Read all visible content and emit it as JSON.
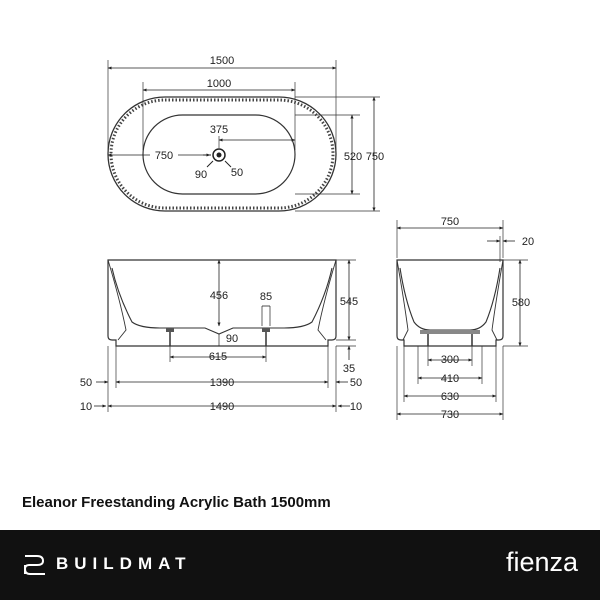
{
  "title": "Eleanor Freestanding Acrylic Bath 1500mm",
  "brand_left": "BUILDMAT",
  "brand_right": "fienza",
  "icons": [
    "buildmat-logo-icon",
    "plughole-icon"
  ],
  "plan": {
    "overall_length": "1500",
    "inner_length": "1000",
    "half_length": "750",
    "drain_offset": "375",
    "inner_width": "520",
    "overall_width": "750",
    "drain_a": "90",
    "drain_b": "50"
  },
  "front": {
    "depth": "456",
    "foot_width": "85",
    "height": "545",
    "drain_height": "90",
    "foot_spacing": "615",
    "base_height": "35",
    "left_inset": "50",
    "right_inset": "50",
    "base_inner": "1390",
    "left_edge": "10",
    "right_edge": "10",
    "base_outer": "1490"
  },
  "side": {
    "width": "750",
    "lip": "20",
    "height": "580",
    "foot_spacing": "300",
    "base_a": "410",
    "base_b": "630",
    "base_c": "730"
  }
}
